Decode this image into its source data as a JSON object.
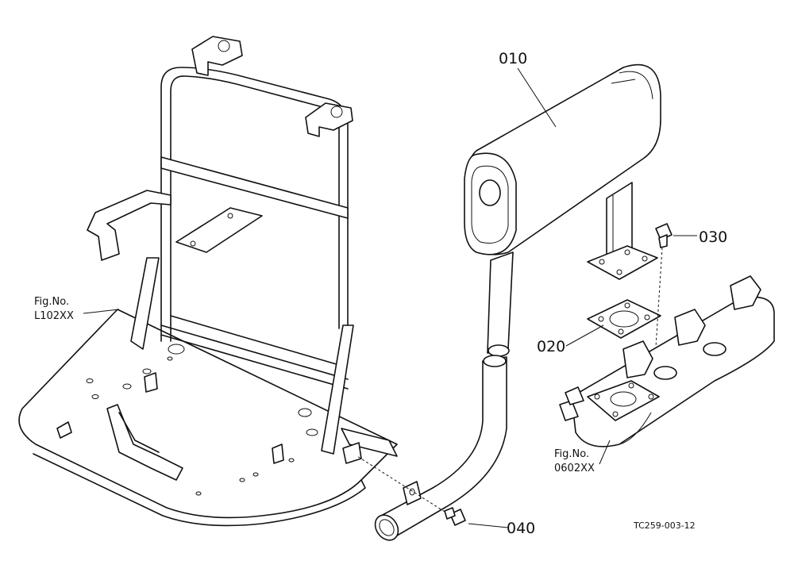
{
  "callouts": {
    "part_010": "010",
    "part_020": "020",
    "part_030": "030",
    "part_040": "040"
  },
  "references": {
    "frame": {
      "line1": "Fig.No.",
      "line2": "L102XX"
    },
    "manifold": {
      "line1": "Fig.No.",
      "line2": "0602XX"
    }
  },
  "drawing_code": "TC259-003-12"
}
